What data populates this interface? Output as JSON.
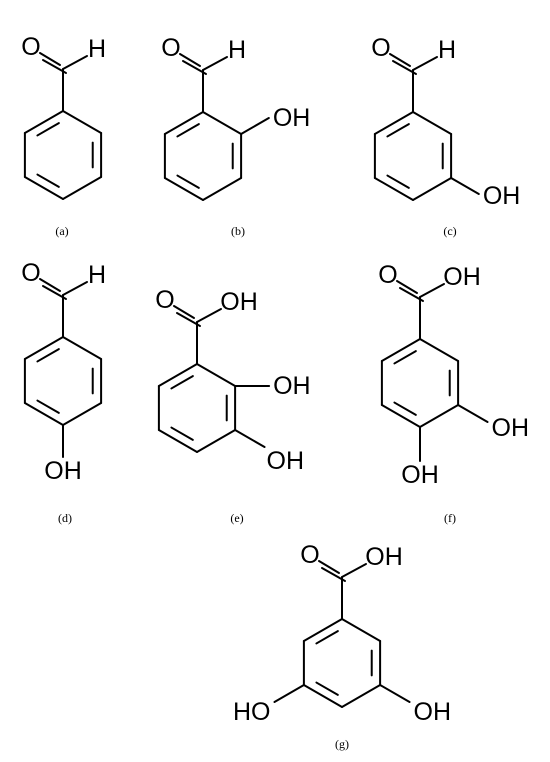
{
  "molecules": {
    "a": {
      "caption": "(a)",
      "labels": {
        "O": "O",
        "H": "H"
      }
    },
    "b": {
      "caption": "(b)",
      "labels": {
        "O": "O",
        "H": "H",
        "OH1": "OH"
      }
    },
    "c": {
      "caption": "(c)",
      "labels": {
        "O": "O",
        "H": "H",
        "OH1": "OH"
      }
    },
    "d": {
      "caption": "(d)",
      "labels": {
        "O": "O",
        "H": "H",
        "OH1": "OH"
      }
    },
    "e": {
      "caption": "(e)",
      "labels": {
        "O": "O",
        "OH0": "OH",
        "OH1": "OH",
        "OH2": "OH"
      }
    },
    "f": {
      "caption": "(f)",
      "labels": {
        "O": "O",
        "OH0": "OH",
        "OH1": "OH",
        "OH2": "OH"
      }
    },
    "g": {
      "caption": "(g)",
      "labels": {
        "O": "O",
        "OH0": "OH",
        "OH1": "HO",
        "OH2": "OH"
      }
    }
  }
}
